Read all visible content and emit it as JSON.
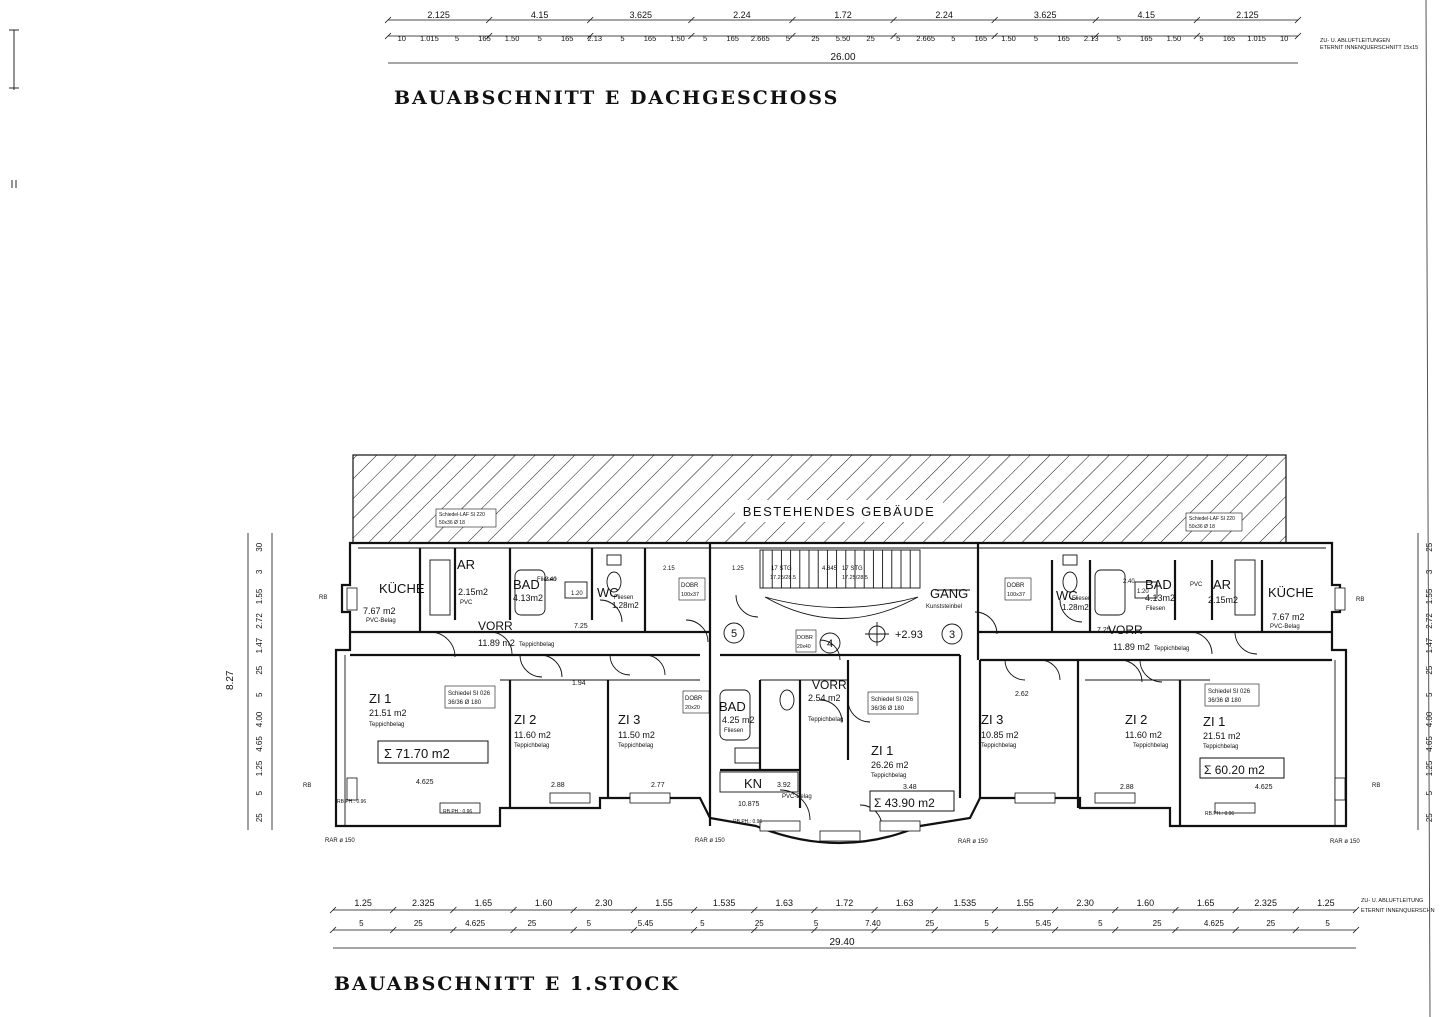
{
  "titles": {
    "top": "BAUABSCHNITT E  DACHGESCHOSS",
    "bottom": "BAUABSCHNITT E  1.STOCK",
    "building": "BESTEHENDES GEBÄUDE"
  },
  "notes": {
    "top_right_1": "ZU- U. ABLUFTLEITUNGEN",
    "top_right_2": "ETERNIT INNENQUERSCHNITT 15x15",
    "bottom_right_1": "ZU- U. ABLUFTLEITUNG",
    "bottom_right_2": "ETERNIT INNENQUERSCHN"
  },
  "top_dims": {
    "row1": [
      "2.125",
      "4.15",
      "3.625",
      "2.24",
      "1.72",
      "2.24",
      "3.625",
      "4.15",
      "2.125"
    ],
    "row2": [
      "10",
      "1.015",
      "5",
      "165",
      "1.50",
      "5",
      "165",
      "2.13",
      "5",
      "165",
      "1.50",
      "5",
      "165",
      "2.665",
      "5",
      "25",
      "5.50",
      "25",
      "5",
      "2.665",
      "5",
      "165",
      "1.50",
      "5",
      "165",
      "2.13",
      "5",
      "165",
      "1.50",
      "5",
      "165",
      "1.015",
      "10"
    ],
    "total": "26.00"
  },
  "bottom_dims": {
    "row1": [
      "1.25",
      "2.325",
      "1.65",
      "1.60",
      "2.30",
      "1.55",
      "1.535",
      "1.63",
      "1.72",
      "1.63",
      "1.535",
      "1.55",
      "2.30",
      "1.60",
      "1.65",
      "2.325",
      "1.25"
    ],
    "row2": [
      "5",
      "25",
      "4.625",
      "25",
      "5",
      "5.45",
      "5",
      "25",
      "5",
      "7.40",
      "25",
      "5",
      "5.45",
      "5",
      "25",
      "4.625",
      "25",
      "5"
    ],
    "total": "29.40"
  },
  "left_dims": {
    "outer": "8.27",
    "inner": [
      "30",
      "3",
      "1.55",
      "2.72",
      "1.47",
      "25",
      "5",
      "4.00",
      "4.65",
      "1.25",
      "5",
      "25"
    ]
  },
  "right_dims": {
    "inner": [
      "25",
      "3",
      "1.55",
      "2.72",
      "1.47",
      "25",
      "5",
      "4.00",
      "4.65",
      "1.25",
      "5",
      "25"
    ]
  },
  "rooms": [
    {
      "id": "kueche-l",
      "name": "KÜCHE",
      "area": "7.67 m2",
      "floor": "PVC-Belag"
    },
    {
      "id": "ar-l",
      "name": "AR",
      "area": "2.15m2",
      "floor": "PVC"
    },
    {
      "id": "bad-l",
      "name": "BAD",
      "area": "4.13m2",
      "floor": "Fliesen"
    },
    {
      "id": "wc-l",
      "name": "WC",
      "area": "1.28m2",
      "floor": "Fliesen"
    },
    {
      "id": "vorr-l",
      "name": "VORR",
      "area": "11.89 m2",
      "floor": "Teppichbelag"
    },
    {
      "id": "zi1-l",
      "name": "ZI 1",
      "area": "21.51 m2",
      "floor": "Teppichbelag"
    },
    {
      "id": "zi2-l",
      "name": "ZI 2",
      "area": "11.60 m2",
      "floor": "Teppichbelag"
    },
    {
      "id": "zi3-l",
      "name": "ZI 3",
      "area": "11.50 m2",
      "floor": "Teppichbelag"
    },
    {
      "id": "bad-c",
      "name": "BAD",
      "area": "4.25 m2",
      "floor": "Fliesen"
    },
    {
      "id": "vorr-c",
      "name": "VORR",
      "area": "2.54 m2",
      "floor": "Teppichbelag"
    },
    {
      "id": "kn-c",
      "name": "KN",
      "area": "10.875",
      "floor": "PVC-Belag"
    },
    {
      "id": "zi1-c",
      "name": "ZI 1",
      "area": "26.26 m2",
      "floor": "Teppichbelag"
    },
    {
      "id": "gang",
      "name": "GANG",
      "area": "",
      "floor": "Kunststeinbel"
    },
    {
      "id": "zi3-r",
      "name": "ZI 3",
      "area": "10.85 m2",
      "floor": "Teppichbelag"
    },
    {
      "id": "zi2-r",
      "name": "ZI 2",
      "area": "11.60 m2",
      "floor": "Teppichbelag"
    },
    {
      "id": "zi1-r",
      "name": "ZI 1",
      "area": "21.51 m2",
      "floor": "Teppichbelag"
    },
    {
      "id": "wc-r",
      "name": "WC",
      "area": "1.28m2",
      "floor": "Fliesen"
    },
    {
      "id": "bad-r",
      "name": "BAD",
      "area": "4.13m2",
      "floor": "Fliesen"
    },
    {
      "id": "ar-r",
      "name": "AR",
      "area": "2.15m2",
      "floor": "PVC"
    },
    {
      "id": "kueche-r",
      "name": "KÜCHE",
      "area": "7.67 m2",
      "floor": "PVC-Belag"
    },
    {
      "id": "vorr-r",
      "name": "VORR",
      "area": "11.89 m2",
      "floor": "Teppichbelag"
    }
  ],
  "totals": {
    "left": "Σ 71.70 m2",
    "center": "Σ 43.90 m2",
    "right": "Σ 60.20 m2"
  },
  "markers": {
    "m5": "5",
    "m4": "4",
    "m3": "3",
    "level": "+2.93"
  },
  "stairs": {
    "left": "17 STG",
    "left_sub": "17.25/28.5",
    "right": "17 STG",
    "right_sub": "17.25/28.5",
    "mid": "4.845"
  },
  "small_labels": {
    "schiedel_l": "Schiedel SI 026",
    "schiedel_l_sub": "36/36 Ø 180",
    "schiedel_r": "Schiedel SI 026",
    "schiedel_r_sub": "36/36 Ø 180",
    "schiedel_c": "Schiedel SI 026",
    "schiedel_c_sub": "36/36 Ø 180",
    "schiedel_top_l": "Schiedel-LAF SI 220",
    "schiedel_top_l_sub": "50x36  Ø 18",
    "schiedel_top_r": "Schiedel-LAF SI 220",
    "schiedel_top_r_sub": "50x36  Ø 18",
    "dobr_1": "DOBR",
    "dobr_1_sub": "100x37",
    "dobr_2": "DOBR",
    "dobr_2_sub": "20x20",
    "dobr_3": "DOBR",
    "dobr_3_sub": "20x40",
    "dobr_4": "DOBR",
    "dobr_4_sub": "100x37",
    "rb": "RB",
    "rbph": "RB.PH.: 0.96",
    "rar": "RAR ø 150",
    "d725": "7.25",
    "d194": "1.94",
    "d262": "2.62",
    "d288": "2.88",
    "d277": "2.77",
    "d4625": "4.625",
    "d392": "3.92",
    "d348": "3.48",
    "d215": "2.15",
    "d125": "1.25",
    "d240": "2.40",
    "d120": "1.20"
  }
}
